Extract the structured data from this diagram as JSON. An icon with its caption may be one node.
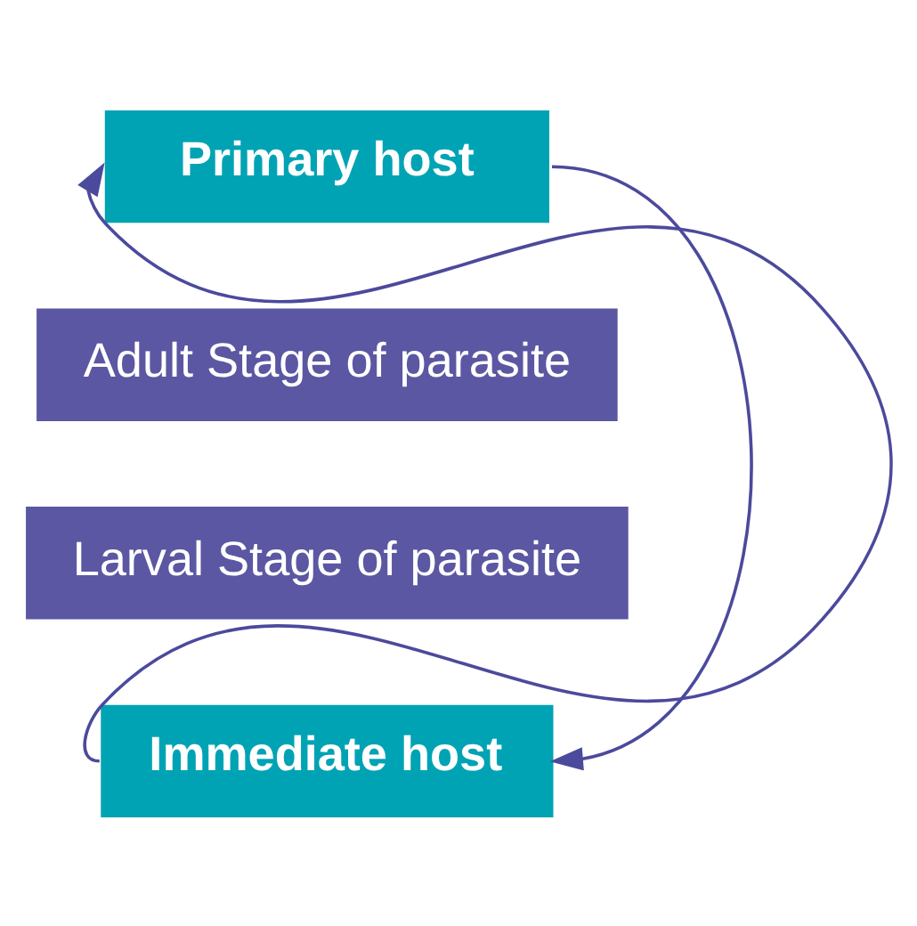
{
  "diagram": {
    "nodes": [
      {
        "text": [
          "Primary host"
        ]
      },
      {
        "text": [
          "Adult Stage of parasite"
        ]
      },
      {
        "text": [
          "Larval Stage of parasite"
        ]
      },
      {
        "text": [
          "Immediate host"
        ]
      }
    ],
    "edges": [
      {
        "from": 0,
        "to": 3,
        "arrow": "to"
      },
      {
        "from": 3,
        "to": 0,
        "arrow": "to"
      }
    ]
  }
}
